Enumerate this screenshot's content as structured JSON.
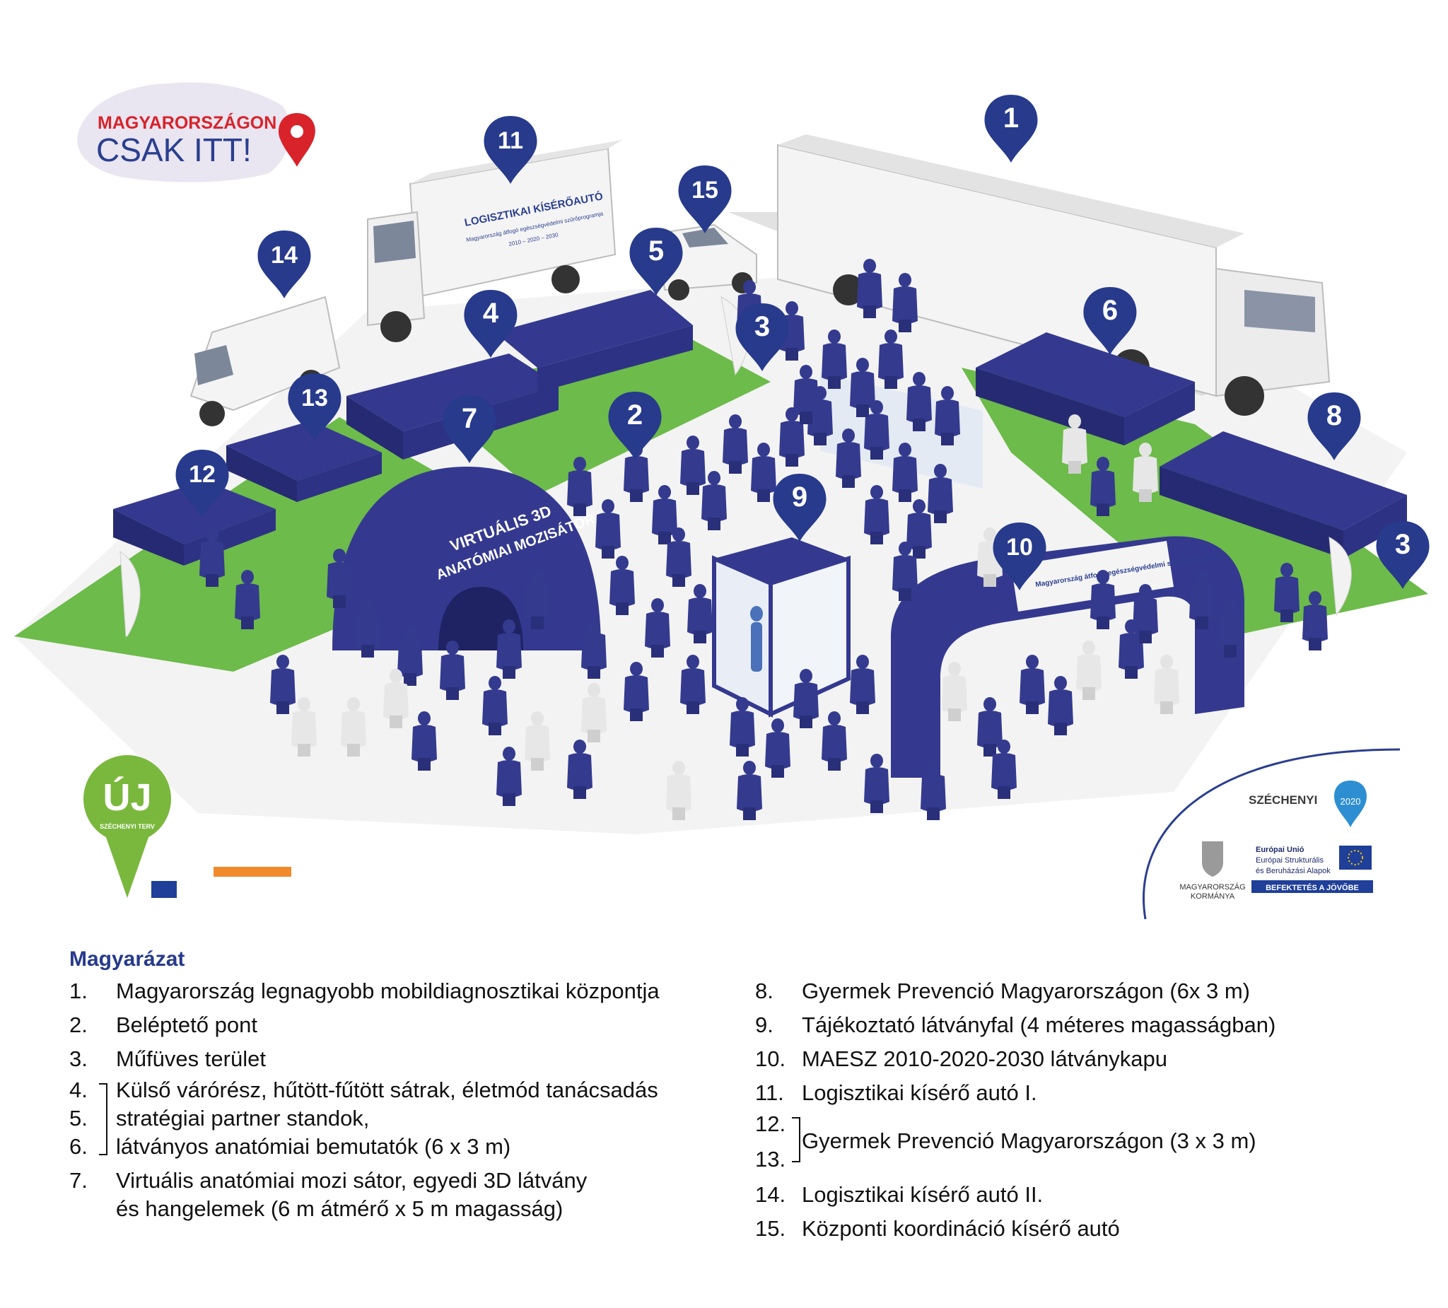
{
  "header_logo": {
    "line1": "MAGYARORSZÁGON",
    "line2": "CSAK ITT!",
    "color_red": "#d8232a",
    "color_blue": "#2b3f8f"
  },
  "scene": {
    "colors": {
      "tent": "#34398f",
      "tent_dark": "#262a72",
      "grass": "#6dbb4a",
      "pin": "#273a8c",
      "person_blue": "#343a8e",
      "person_white": "#e6e6e6",
      "truck_white": "#f4f4f4"
    },
    "markers": [
      "1",
      "2",
      "3",
      "3",
      "4",
      "5",
      "6",
      "7",
      "8",
      "9",
      "10",
      "11",
      "12",
      "13",
      "14",
      "15"
    ],
    "truck_label": "LOGISZTIKAI KÍSÉRŐAUTÓ",
    "truck_sub": "Magyarország átfogó egészségvédelmi szűrőprogramja",
    "truck_years": "2010 – 2020 – 2030",
    "dome_line1": "VIRTUÁLIS 3D",
    "dome_line2": "ANATÓMIAI MOZISÁTOR",
    "arch_text": "Magyarország átfogó egészségvédelmi szűrőprogramja"
  },
  "logos": {
    "uj_line1": "ÚJ",
    "uj_line2": "SZÉCHENYI TERV",
    "szechenyi": "SZÉCHENYI",
    "szechenyi_year": "2020",
    "gov_line1": "MAGYARORSZÁG",
    "gov_line2": "KORMÁNYA",
    "eu_line1": "Európai Unió",
    "eu_line2": "Európai Strukturális",
    "eu_line3": "és Beruházási Alapok",
    "eu_banner": "BEFEKTETÉS A JÖVŐBE"
  },
  "legend": {
    "title": "Magyarázat",
    "items": {
      "i1": {
        "num": "1.",
        "text": "Magyarország legnagyobb mobildiagnosztikai központja"
      },
      "i2": {
        "num": "2.",
        "text": "Beléptető pont"
      },
      "i3": {
        "num": "3.",
        "text": "Műfüves terület"
      },
      "g456": {
        "nums": [
          "4.",
          "5.",
          "6."
        ],
        "lines": [
          "Külső várórész, hűtött-fűtött sátrak, életmód tanácsadás",
          "stratégiai partner standok,",
          "látványos anatómiai bemutatók (6 x 3 m)"
        ]
      },
      "i7": {
        "num": "7.",
        "line1": "Virtuális anatómiai mozi sátor, egyedi 3D látvány",
        "line2": "és hangelemek (6 m átmérő x 5 m magasság)"
      },
      "i8": {
        "num": "8.",
        "text": "Gyermek Prevenció Magyarországon (6x 3 m)"
      },
      "i9": {
        "num": "9.",
        "text": "Tájékoztató látványfal (4 méteres magasságban)"
      },
      "i10": {
        "num": "10.",
        "text": "MAESZ 2010-2020-2030 látványkapu"
      },
      "i11": {
        "num": "11.",
        "text": "Logisztikai kísérő autó I."
      },
      "g1213": {
        "nums": [
          "12.",
          "13."
        ],
        "text": "Gyermek Prevenció Magyarországon (3 x 3 m)"
      },
      "i14": {
        "num": "14.",
        "text": "Logisztikai kísérő autó II."
      },
      "i15": {
        "num": "15.",
        "text": "Központi koordináció kísérő autó"
      }
    }
  }
}
